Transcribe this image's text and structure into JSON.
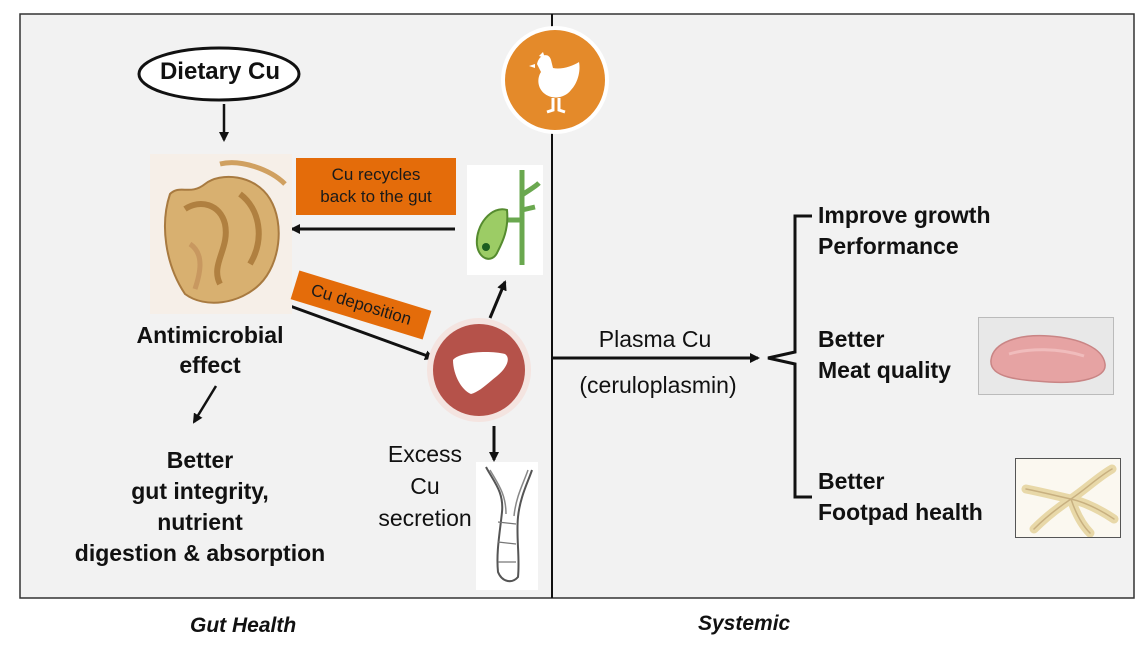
{
  "source_node": {
    "label": "Dietary Cu"
  },
  "gut": {
    "effect_line1": "Antimicrobial",
    "effect_line2": "effect",
    "benefit_lines": [
      "Better",
      "gut integrity,",
      "nutrient",
      "digestion & absorption"
    ]
  },
  "arrows": {
    "recycle_label_line1": "Cu recycles",
    "recycle_label_line2": "back to the gut",
    "deposition_label": "Cu deposition"
  },
  "excess": {
    "lines": [
      "Excess",
      "Cu",
      "secretion"
    ]
  },
  "plasma": {
    "line1": "Plasma Cu",
    "line2": "(ceruloplasmin)"
  },
  "outcomes": [
    {
      "line1": "Improve growth",
      "line2": "Performance"
    },
    {
      "line1": "Better",
      "line2": "Meat quality"
    },
    {
      "line1": "Better",
      "line2": "Footpad health"
    }
  ],
  "captions": {
    "left": "Gut Health",
    "right": "Systemic"
  },
  "icons": {
    "chicken": "chicken-icon",
    "liver": "liver-icon",
    "gallbladder": "gallbladder-illustration",
    "intestine": "intestine-photo",
    "meat": "meat-photo",
    "foot": "chicken-foot-photo",
    "duct": "bile-duct-illustration"
  },
  "colors": {
    "panel": "#f2f2f2",
    "orange": "#e46c0a",
    "liver_circle": "#b5524a",
    "chicken_circle": "#e48a2a"
  }
}
